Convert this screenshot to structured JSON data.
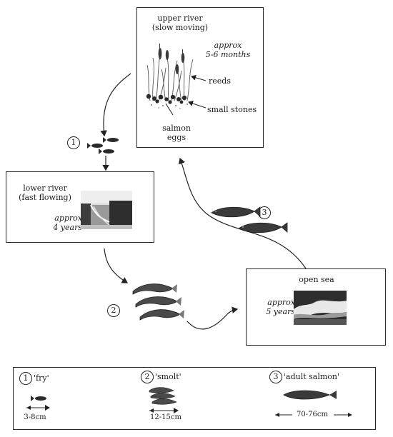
{
  "upper_river": {
    "title_line1": "upper river",
    "title_line2": "(slow moving)",
    "duration_line1": "approx",
    "duration_line2": "5-6 months",
    "reeds_label": "reeds",
    "stones_label": "small stones",
    "eggs_line1": "salmon",
    "eggs_line2": "eggs"
  },
  "lower_river": {
    "title_line1": "lower river",
    "title_line2": "(fast flowing)",
    "duration_line1": "approx",
    "duration_line2": "4 years"
  },
  "open_sea": {
    "title": "open sea",
    "duration_line1": "approx",
    "duration_line2": "5 years"
  },
  "stages": {
    "fry_num": "1",
    "smolt_num": "2",
    "adult_num": "3"
  },
  "legend": {
    "fry_num": "1",
    "fry_label": "'fry'",
    "fry_size": "3-8cm",
    "smolt_num": "2",
    "smolt_label": "'smolt'",
    "smolt_size": "12-15cm",
    "adult_num": "3",
    "adult_label": "'adult salmon'",
    "adult_size": "70-76cm"
  }
}
